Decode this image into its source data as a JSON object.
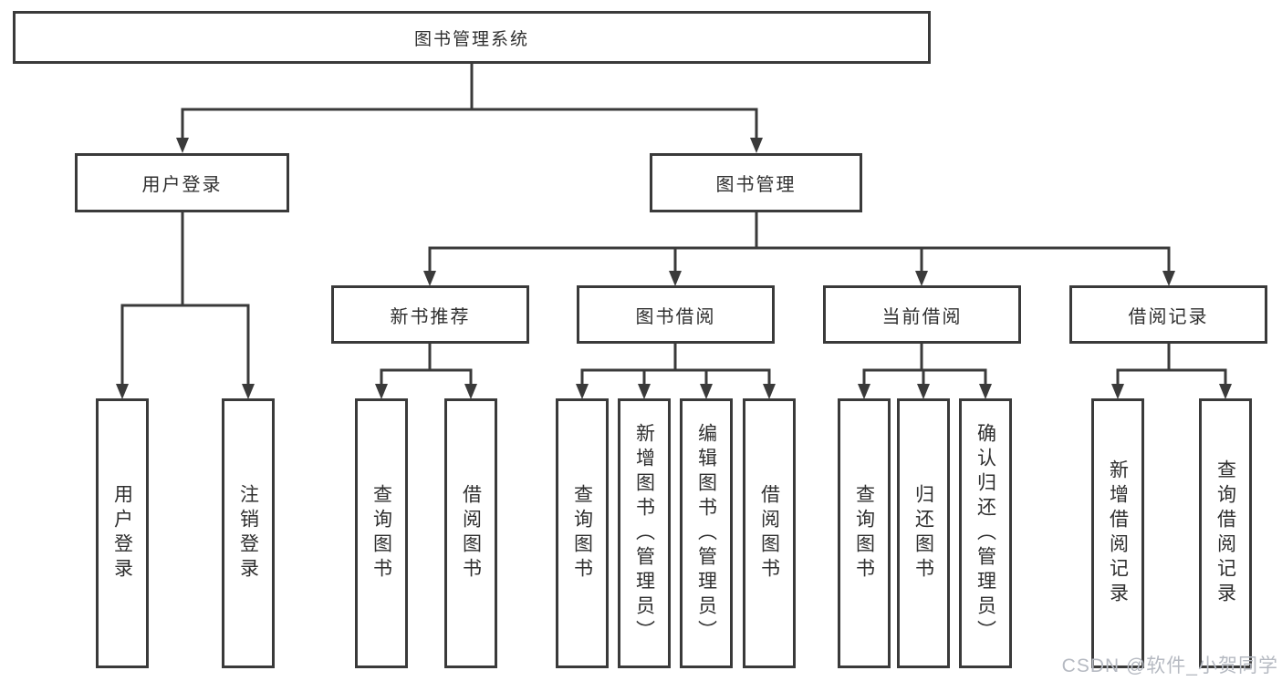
{
  "diagram": {
    "root": "图书管理系统",
    "branches": [
      {
        "label": "用户登录",
        "children": [
          {
            "label": "用户登录"
          },
          {
            "label": "注销登录"
          }
        ]
      },
      {
        "label": "图书管理",
        "groups": [
          {
            "label": "新书推荐",
            "children": [
              {
                "label": "查询图书"
              },
              {
                "label": "借阅图书"
              }
            ]
          },
          {
            "label": "图书借阅",
            "children": [
              {
                "label": "查询图书"
              },
              {
                "label": "新增图书（管理员）"
              },
              {
                "label": "编辑图书（管理员）"
              },
              {
                "label": "借阅图书"
              }
            ]
          },
          {
            "label": "当前借阅",
            "children": [
              {
                "label": "查询图书"
              },
              {
                "label": "归还图书"
              },
              {
                "label": "确认归还（管理员）"
              }
            ]
          },
          {
            "label": "借阅记录",
            "children": [
              {
                "label": "新增借阅记录"
              },
              {
                "label": "查询借阅记录"
              }
            ]
          }
        ]
      }
    ]
  },
  "watermark": {
    "text": "CSDN @软件_小贺同学"
  },
  "colors": {
    "line": "#3a3a3a",
    "box_border": "#3a3a3a",
    "text": "#2f2f2f",
    "watermark": "#b6bac2"
  }
}
